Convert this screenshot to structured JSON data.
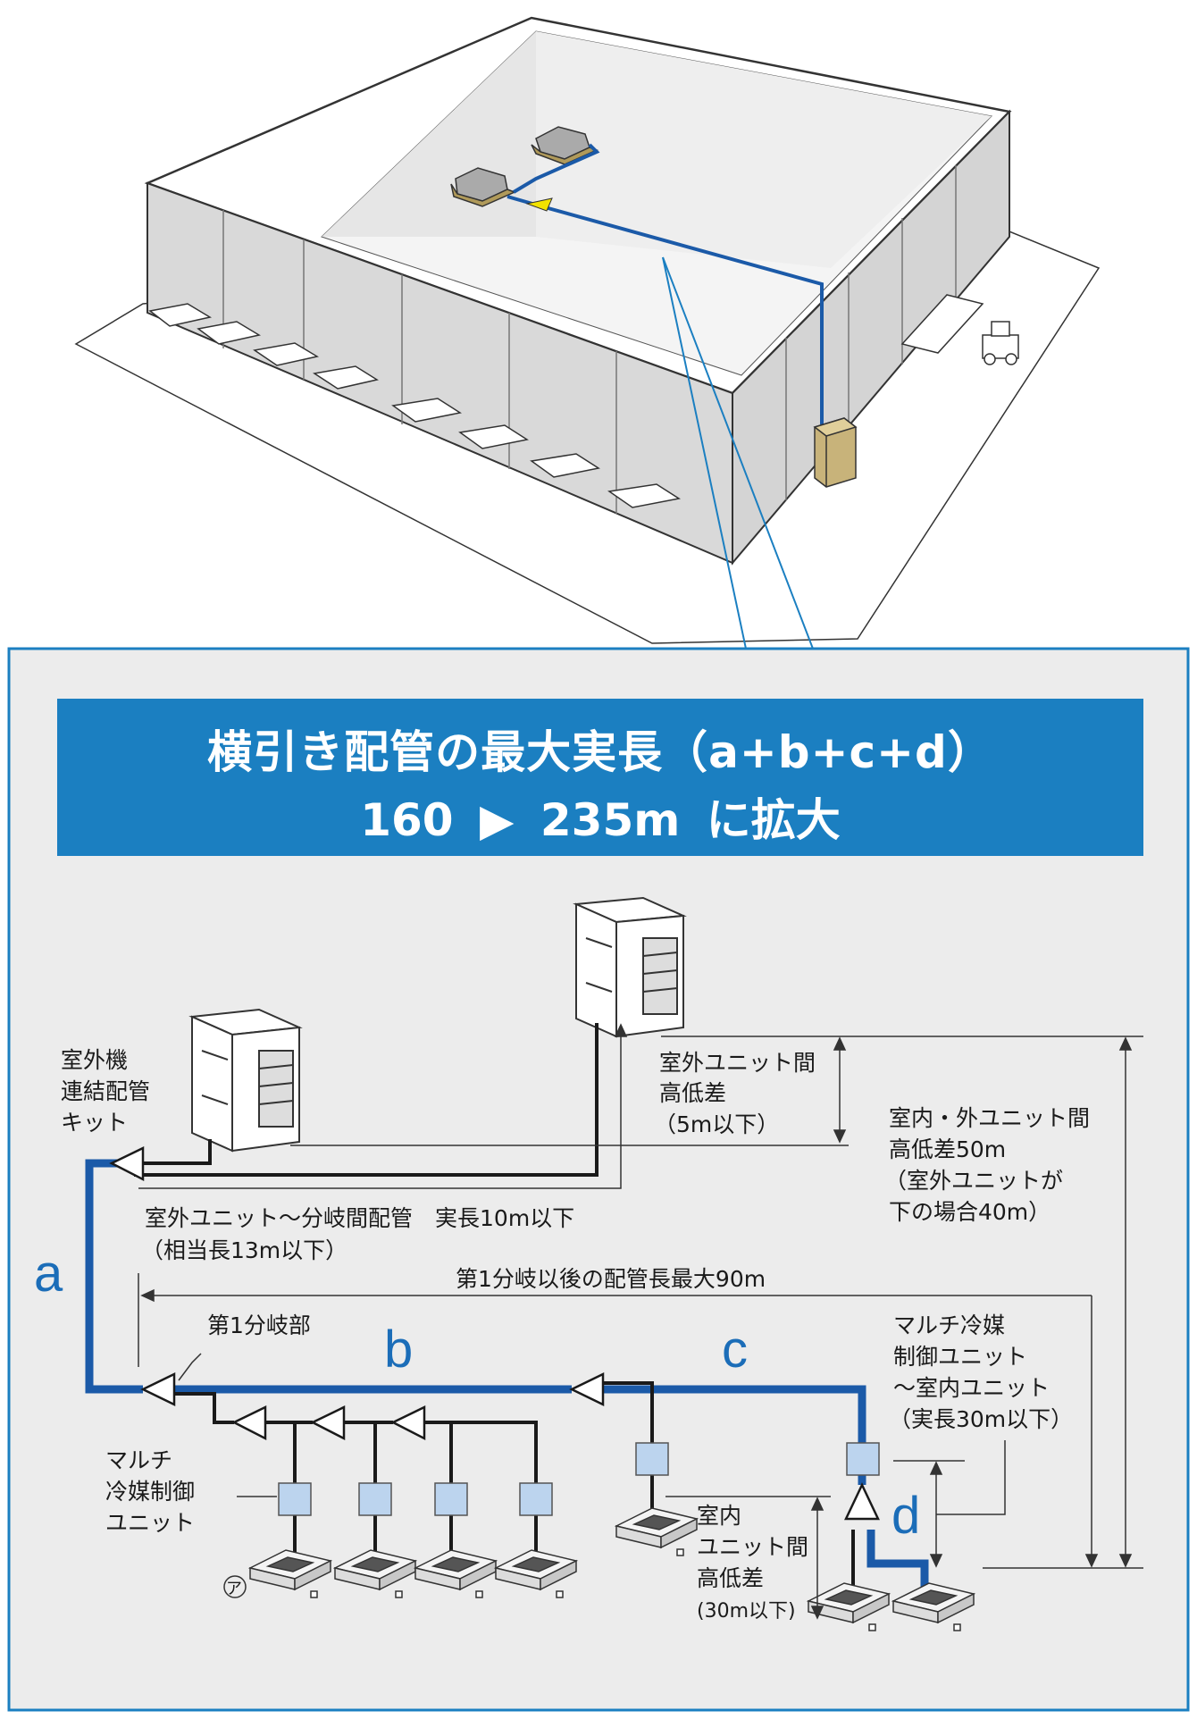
{
  "banner": {
    "line1": "横引き配管の最大実長（a+b+c+d）",
    "from": "160",
    "arrow": "▶",
    "to": "235m",
    "suffix": "に拡大"
  },
  "labels": {
    "kit": [
      "室外機",
      "連結配管",
      "キット"
    ],
    "between_outdoor": [
      "室外ユニット間",
      "高低差",
      "（5m以下）"
    ],
    "in_out": [
      "室内・外ユニット間",
      "高低差50m",
      "（室外ユニットが",
      "下の場合40m）"
    ],
    "outdoor_branch": "室外ユニット～分岐間配管　実長10m以下",
    "equiv": "（相当長13m以下）",
    "after_first": "第1分岐以後の配管長最大90m",
    "first_branch": "第1分岐部",
    "multi_ctrl_right": [
      "マルチ冷媒",
      "制御ユニット",
      "～室内ユニット",
      "（実長30m以下）"
    ],
    "multi_ctrl_left": [
      "マルチ",
      "冷媒制御",
      "ユニット"
    ],
    "indoor_diff": [
      "室内",
      "ユニット間",
      "高低差",
      "(30m以下)"
    ],
    "a": "a",
    "b": "b",
    "c": "c",
    "d": "d",
    "mark": "ア"
  },
  "colors": {
    "banner": "#1b7fc1",
    "pipe": "#1b5aa8",
    "panel": "#ececec",
    "ctrl": "#bcd4ee"
  }
}
